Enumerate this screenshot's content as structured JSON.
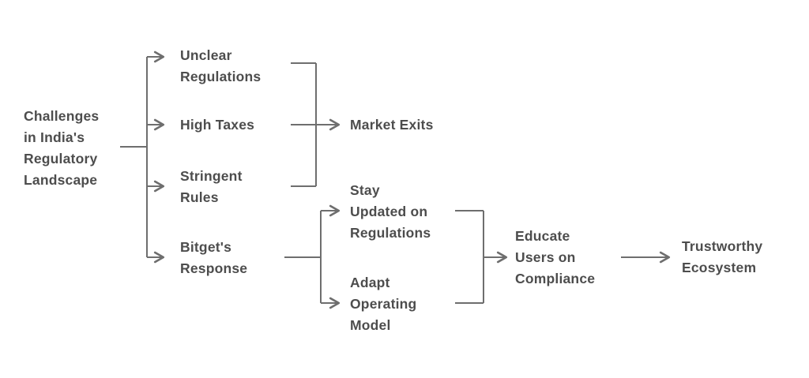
{
  "title": "Flowchart: Challenges in India's Regulatory Landscape",
  "colors": {
    "text": "#4d4d4d",
    "line": "#6e6e6e",
    "background": "#ffffff"
  },
  "nodes": {
    "root": "Challenges\nin India's\nRegulatory\nLandscape",
    "unclear_regulations": "Unclear\nRegulations",
    "high_taxes": "High Taxes",
    "stringent_rules": "Stringent\nRules",
    "bitgets_response": "Bitget's\nResponse",
    "market_exits": "Market Exits",
    "stay_updated": "Stay\nUpdated on\nRegulations",
    "adapt_model": "Adapt\nOperating\nModel",
    "educate_users": "Educate\nUsers on\nCompliance",
    "trustworthy_ecosystem": "Trustworthy\nEcosystem"
  },
  "edges": [
    {
      "from": "root",
      "to": "unclear_regulations"
    },
    {
      "from": "root",
      "to": "high_taxes"
    },
    {
      "from": "root",
      "to": "stringent_rules"
    },
    {
      "from": "root",
      "to": "bitgets_response"
    },
    {
      "from": "unclear_regulations",
      "to": "market_exits"
    },
    {
      "from": "high_taxes",
      "to": "market_exits"
    },
    {
      "from": "stringent_rules",
      "to": "market_exits"
    },
    {
      "from": "bitgets_response",
      "to": "stay_updated"
    },
    {
      "from": "bitgets_response",
      "to": "adapt_model"
    },
    {
      "from": "stay_updated",
      "to": "educate_users"
    },
    {
      "from": "adapt_model",
      "to": "educate_users"
    },
    {
      "from": "educate_users",
      "to": "trustworthy_ecosystem"
    }
  ]
}
